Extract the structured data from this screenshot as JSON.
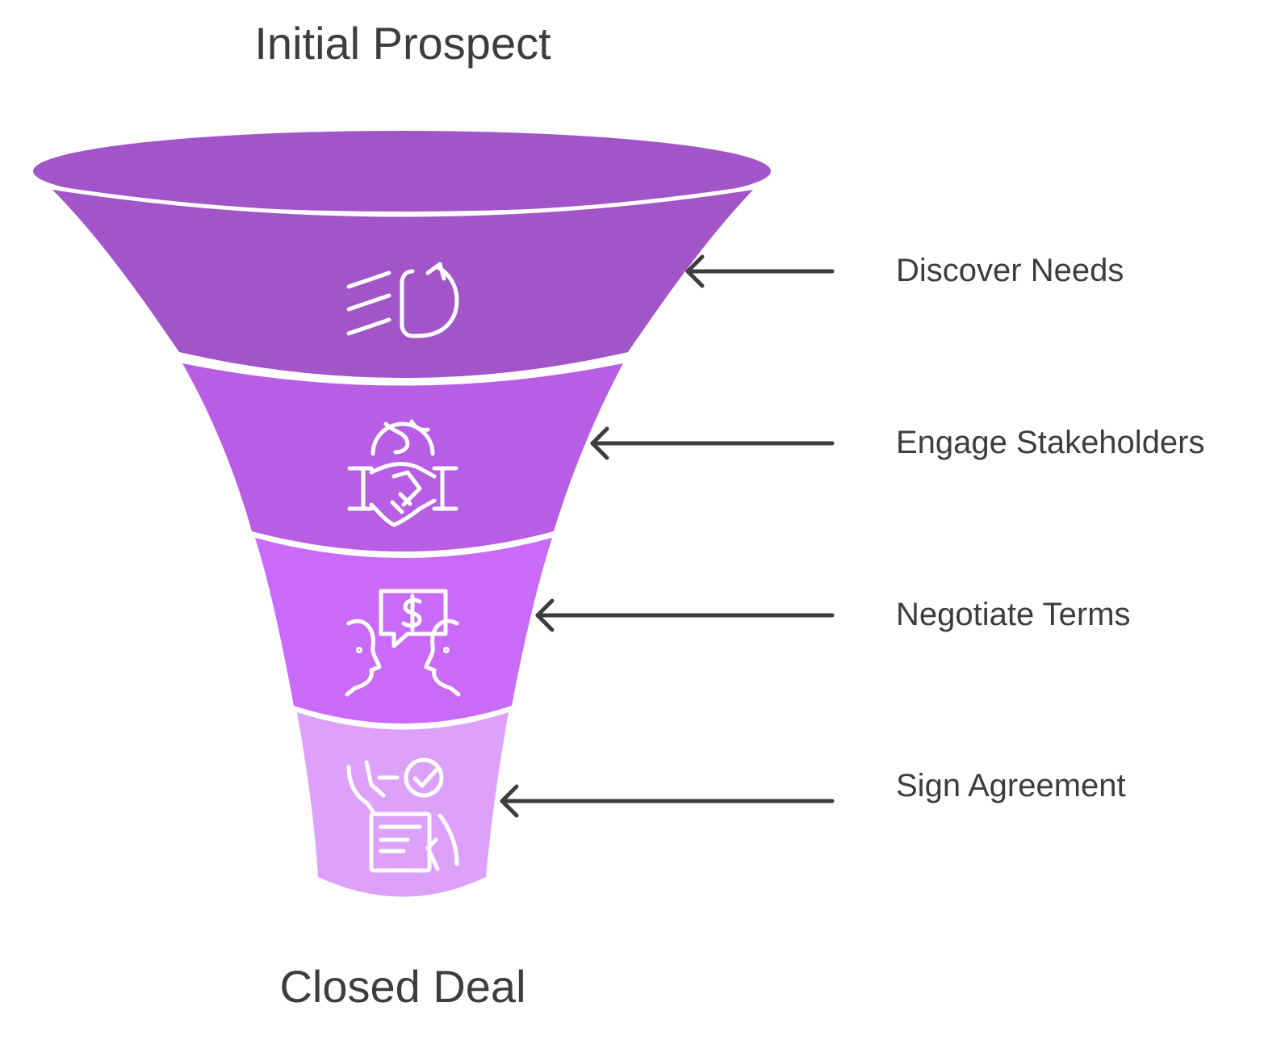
{
  "funnel": {
    "top_label": "Initial Prospect",
    "bottom_label": "Closed Deal",
    "stages": [
      {
        "label": "Discover Needs",
        "icon": "headlight-icon",
        "color": "#a155c8"
      },
      {
        "label": "Engage Stakeholders",
        "icon": "handshake-globe-icon",
        "color": "#b85ee4"
      },
      {
        "label": "Negotiate Terms",
        "icon": "negotiation-icon",
        "color": "#c96bf8"
      },
      {
        "label": "Sign Agreement",
        "icon": "signed-document-icon",
        "color": "#dea1fb"
      }
    ],
    "arrow_color": "#3d3d3d"
  }
}
